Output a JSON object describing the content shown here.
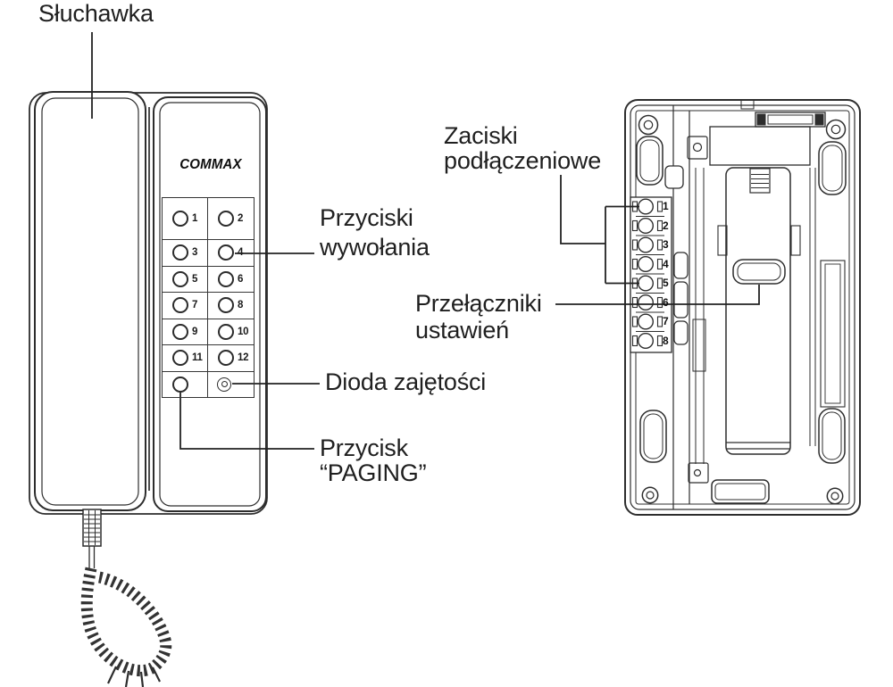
{
  "diagram": {
    "labels": {
      "handset": "Słuchawka",
      "call_buttons_line1": "Przyciski",
      "call_buttons_line2": "wywołania",
      "busy_led": "Dioda zajętości",
      "paging_line1": "Przycisk",
      "paging_line2": "“PAGING”",
      "terminals_line1": "Zaciski",
      "terminals_line2": "podłączeniowe",
      "switches_line1": "Przełączniki",
      "switches_line2": "ustawień"
    },
    "front_view": {
      "brand": "COMMAX",
      "call_button_numbers": [
        "1",
        "2",
        "3",
        "4",
        "5",
        "6",
        "7",
        "8",
        "9",
        "10",
        "11",
        "12"
      ]
    },
    "back_view": {
      "terminal_numbers": [
        "1",
        "2",
        "3",
        "4",
        "5",
        "6",
        "7",
        "8"
      ]
    },
    "colors": {
      "line": "#2d2d2d",
      "text": "#1f1f1f",
      "background": "#ffffff"
    }
  }
}
